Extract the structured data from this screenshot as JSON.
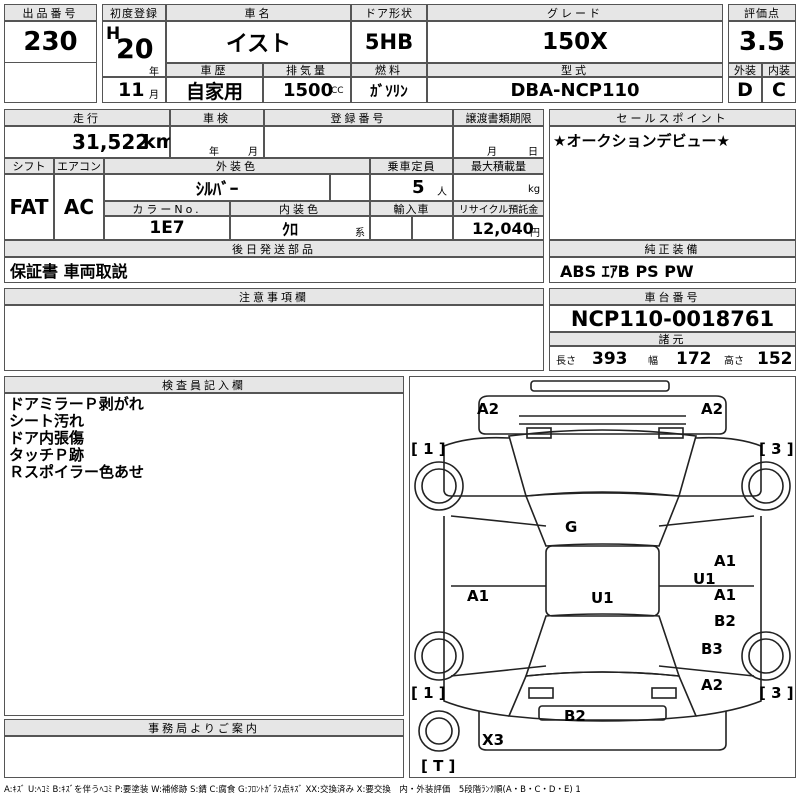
{
  "headers": {
    "lot_number": "出品番号",
    "first_registration": "初度登録",
    "car_name": "車名",
    "door_type": "ドア形状",
    "grade": "グレード",
    "score": "評価点",
    "history": "車歴",
    "displacement": "排気量",
    "fuel": "燃料",
    "model": "型式",
    "exterior": "外装",
    "interior": "内装",
    "mileage": "走行",
    "inspection": "車検",
    "reg_number": "登録番号",
    "transfer_deadline": "譲渡書類期限",
    "sales_points": "セールスポイント",
    "shift": "シフト",
    "aircon": "エアコン",
    "ext_color": "外装色",
    "capacity": "乗車定員",
    "max_load": "最大積載量",
    "color_no": "カラーNo.",
    "int_color": "内装色",
    "import": "輸入車",
    "recycle": "リサイクル預託金",
    "later_items": "後日発送部品",
    "genuine_equipment": "純正装備",
    "caution": "注意事項欄",
    "chassis": "車台番号",
    "specs": "諸元",
    "inspector": "検査員記入欄",
    "office": "事務局よりご案内"
  },
  "values": {
    "lot_number": "230",
    "era_letter": "H",
    "year": "20",
    "year_unit": "年",
    "month": "11",
    "month_unit": "月",
    "car_name": "イスト",
    "door_type": "5HB",
    "grade": "150X",
    "score": "3.5",
    "history": "自家用",
    "displacement": "1500",
    "displacement_unit": "CC",
    "fuel": "ｶﾞｿﾘﾝ",
    "model": "DBA-NCP110",
    "exterior_score": "D",
    "interior_score": "C",
    "mileage": "31,522",
    "mileage_unit": "km",
    "inspection_year_unit": "年",
    "inspection_month_unit": "月",
    "transfer_month_unit": "月",
    "transfer_day_unit": "日",
    "sales_points": "★オークションデビュー★",
    "shift": "FAT",
    "aircon": "AC",
    "ext_color": "ｼﾙﾊﾞｰ",
    "capacity": "5",
    "capacity_unit": "人",
    "max_load_unit": "kg",
    "color_no": "1E7",
    "int_color": "ｸﾛ",
    "int_color_unit": "系",
    "recycle": "12,040",
    "recycle_unit": "円",
    "later_items": "保証書 車両取説",
    "genuine_equipment": "ABS ｴｱB PS PW",
    "chassis": "NCP110-0018761",
    "length_label": "長さ",
    "length": "393",
    "width_label": "幅",
    "width": "172",
    "height_label": "高さ",
    "height": "152"
  },
  "inspector_notes": [
    "ドアミラーＰ剥がれ",
    "シート汚れ",
    "ドア内張傷",
    "タッチＰ跡",
    "Ｒスポイラー色あせ"
  ],
  "diagram_marks": {
    "front_left": "A2",
    "front_right": "A2",
    "tire_fl": "[ 1 ]",
    "tire_fr": "[ 3 ]",
    "glass": "G",
    "right_front_door_1": "A1",
    "right_front_door_2": "U1",
    "left_door": "A1",
    "roof": "U1",
    "right_rear_door_1": "A1",
    "right_rear_door_2": "B2",
    "right_rear_quarter": "B3",
    "tire_rl": "[ 1 ]",
    "tire_rr": "[ 3 ]",
    "rear_right": "A2",
    "rear_bumper": "B2",
    "rear_left": "X3",
    "spare_tire": "[ T ]"
  },
  "legend": "A:ｷｽﾞ U:ﾍｺﾐ B:ｷｽﾞを伴うﾍｺﾐ P:要塗装 W:補修跡 S:錆 C:腐食 G:ﾌﾛﾝﾄｶﾞﾗｽ点ｷｽﾞ XX:交換済み X:要交換　内・外装評価　5段階ﾗﾝｸ順(A・B・C・D・E) 1"
}
